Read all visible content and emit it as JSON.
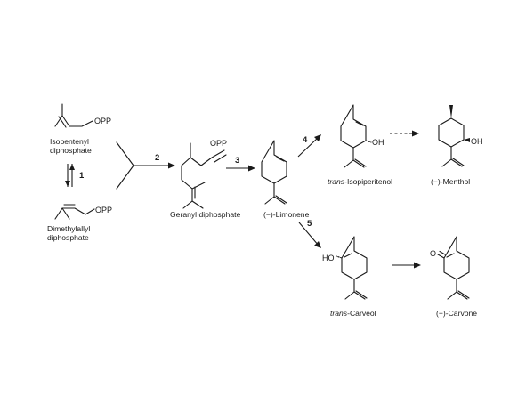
{
  "compounds": {
    "ipp": {
      "line1": "Isopentenyl",
      "line2": "diphosphate",
      "group": "OPP"
    },
    "dmapp": {
      "line1": "Dimethylallyl",
      "line2": "diphosphate",
      "group": "OPP"
    },
    "gpp": {
      "name": "Geranyl diphosphate",
      "group": "OPP"
    },
    "limonene": {
      "name": "(−)-Limonene"
    },
    "isopiperitenol": {
      "prefix": "trans",
      "name": "-Isopiperitenol",
      "group": "OH"
    },
    "menthol": {
      "name": "(−)-Menthol",
      "group": "OH"
    },
    "carveol": {
      "prefix": "trans",
      "name": "-Carveol",
      "group": "HO"
    },
    "carvone": {
      "name": "(−)-Carvone",
      "group": "O"
    }
  },
  "steps": {
    "s1": "1",
    "s2": "2",
    "s3": "3",
    "s4": "4",
    "s5": "5"
  }
}
